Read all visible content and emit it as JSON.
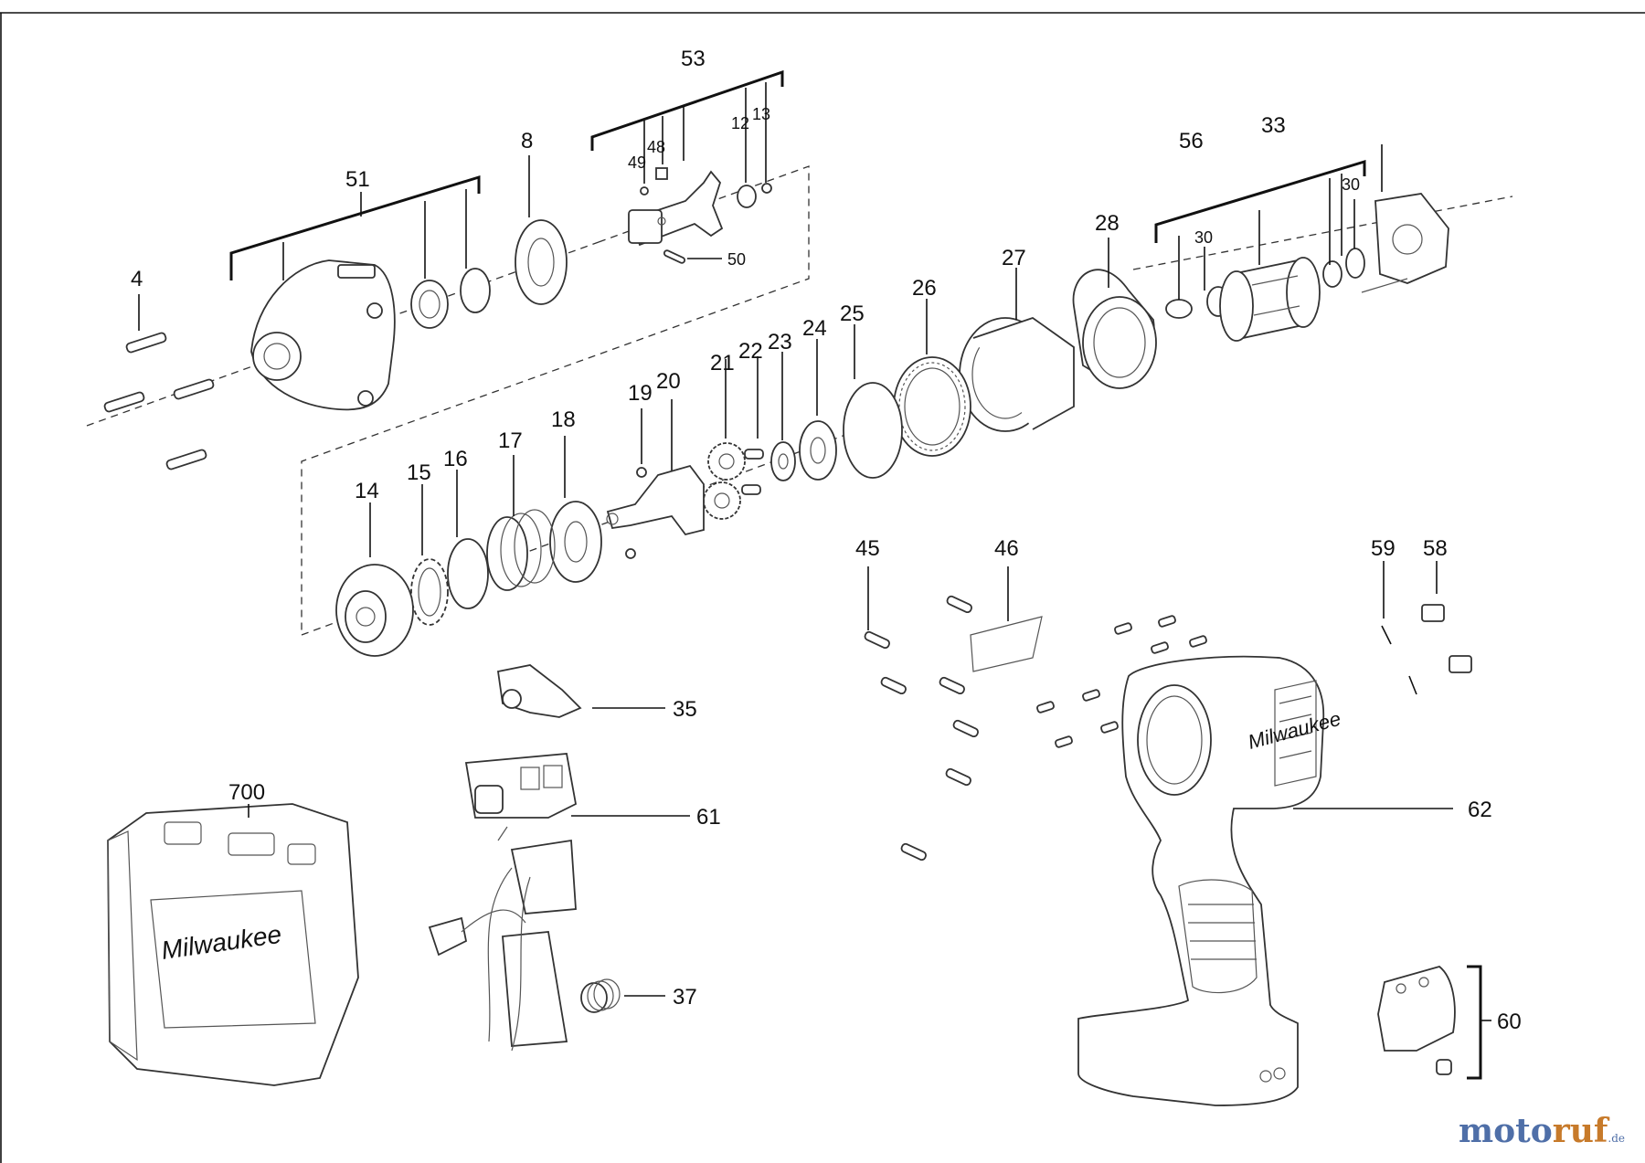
{
  "diagram": {
    "part_numbers": {
      "p4": "4",
      "p51": "51",
      "p8": "8",
      "p53": "53",
      "p49": "49",
      "p48": "48",
      "p12": "12",
      "p13": "13",
      "p50": "50",
      "p56": "56",
      "p33": "33",
      "p30a": "30",
      "p30b": "30",
      "p28": "28",
      "p27": "27",
      "p26": "26",
      "p25": "25",
      "p24": "24",
      "p23": "23",
      "p22": "22",
      "p21": "21",
      "p20": "20",
      "p19": "19",
      "p18": "18",
      "p17": "17",
      "p16": "16",
      "p15": "15",
      "p14": "14",
      "p45": "45",
      "p46": "46",
      "p59": "59",
      "p58": "58",
      "p35": "35",
      "p700": "700",
      "p61": "61",
      "p62": "62",
      "p37": "37",
      "p60": "60"
    },
    "brand_marks": {
      "case_logo": "Milwaukee",
      "tool_logo": "Milwaukee"
    }
  },
  "watermark": {
    "part1": "moto",
    "part2": "ruf",
    "suffix": ".de"
  }
}
